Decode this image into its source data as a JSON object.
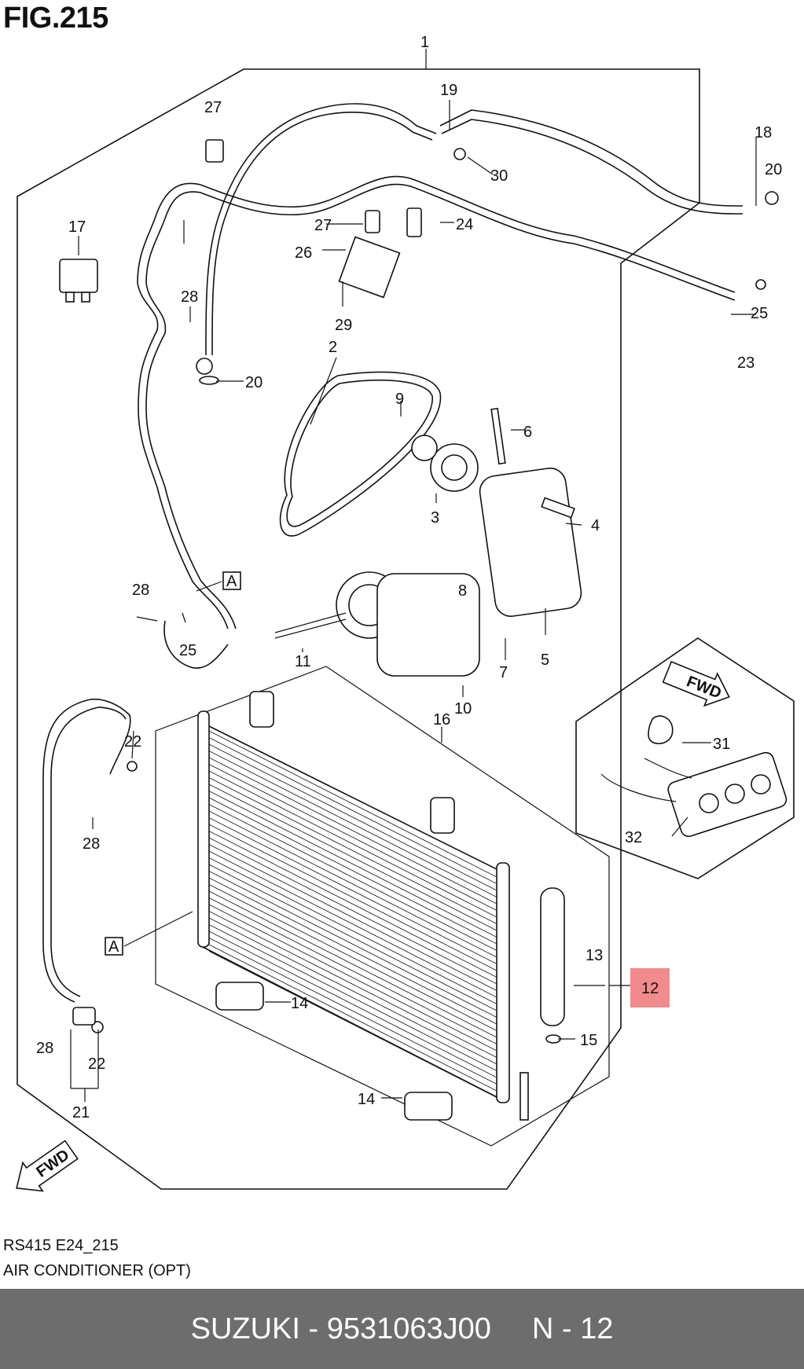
{
  "figure": {
    "title": "FIG.215"
  },
  "footer_caption": {
    "code": "RS415 E24_215",
    "name": "AIR CONDITIONER (OPT)"
  },
  "banner": {
    "part_text": "SUZUKI - 9531063J00",
    "page_text": "N - 12"
  },
  "highlight": {
    "color": "#f28b8b",
    "part_number": "12"
  },
  "callouts": {
    "c1": "1",
    "c2": "2",
    "c3": "3",
    "c4": "4",
    "c5": "5",
    "c6": "6",
    "c7": "7",
    "c8": "8",
    "c9": "9",
    "c10": "10",
    "c11": "11",
    "c13": "13",
    "c14a": "14",
    "c14b": "14",
    "c15": "15",
    "c16": "16",
    "c17": "17",
    "c18": "18",
    "c19": "19",
    "c20a": "20",
    "c20b": "20",
    "c21": "21",
    "c22a": "22",
    "c22b": "22",
    "c23": "23",
    "c24": "24",
    "c25a": "25",
    "c25b": "25",
    "c26": "26",
    "c27a": "27",
    "c27b": "27",
    "c28a": "28",
    "c28b": "28",
    "c28c": "28",
    "c28d": "28",
    "c29": "29",
    "c30": "30",
    "c31": "31",
    "c32": "32"
  },
  "refs": {
    "ref_a1": "A",
    "ref_a2": "A"
  },
  "fwd_marks": {
    "fwd1": "FWD",
    "fwd2": "FWD"
  },
  "icons": [
    "fwd-arrow-icon"
  ]
}
